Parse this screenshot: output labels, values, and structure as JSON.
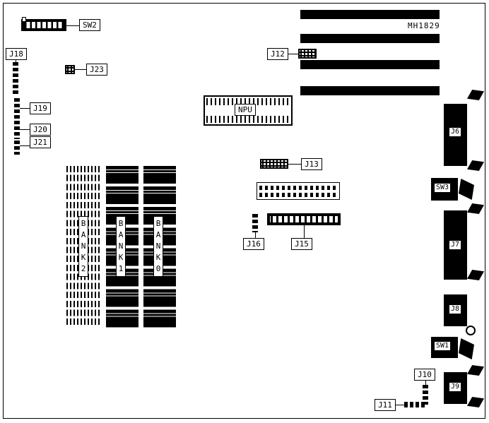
{
  "board": {
    "part_number": "MH1829"
  },
  "labels": {
    "sw2": "SW2",
    "j12": "J12",
    "j18": "J18",
    "j23": "J23",
    "j19": "J19",
    "j20": "J20",
    "j21": "J21",
    "npu": "NPU",
    "j13": "J13",
    "j15": "J15",
    "j16": "J16",
    "j6": "J6",
    "sw3": "SW3",
    "j7": "J7",
    "j8": "J8",
    "sw1": "SW1",
    "j10": "J10",
    "j9": "J9",
    "j11": "J11"
  },
  "memory_banks": {
    "bank0": "BANK0",
    "bank1": "BANK1",
    "bank2": "BANK2"
  },
  "colors": {
    "ink": "#000000",
    "background": "#ffffff"
  }
}
